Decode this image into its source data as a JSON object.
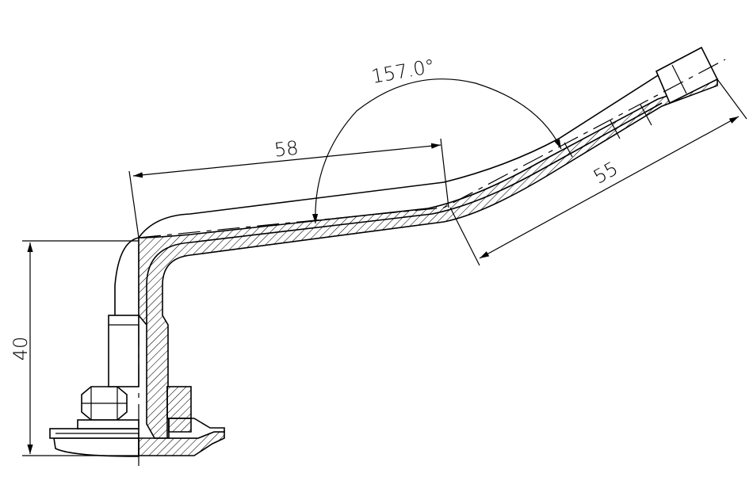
{
  "dimensions": {
    "height_label": "40",
    "length_bottom": "58",
    "length_top": "55",
    "angle": "157.0°"
  }
}
